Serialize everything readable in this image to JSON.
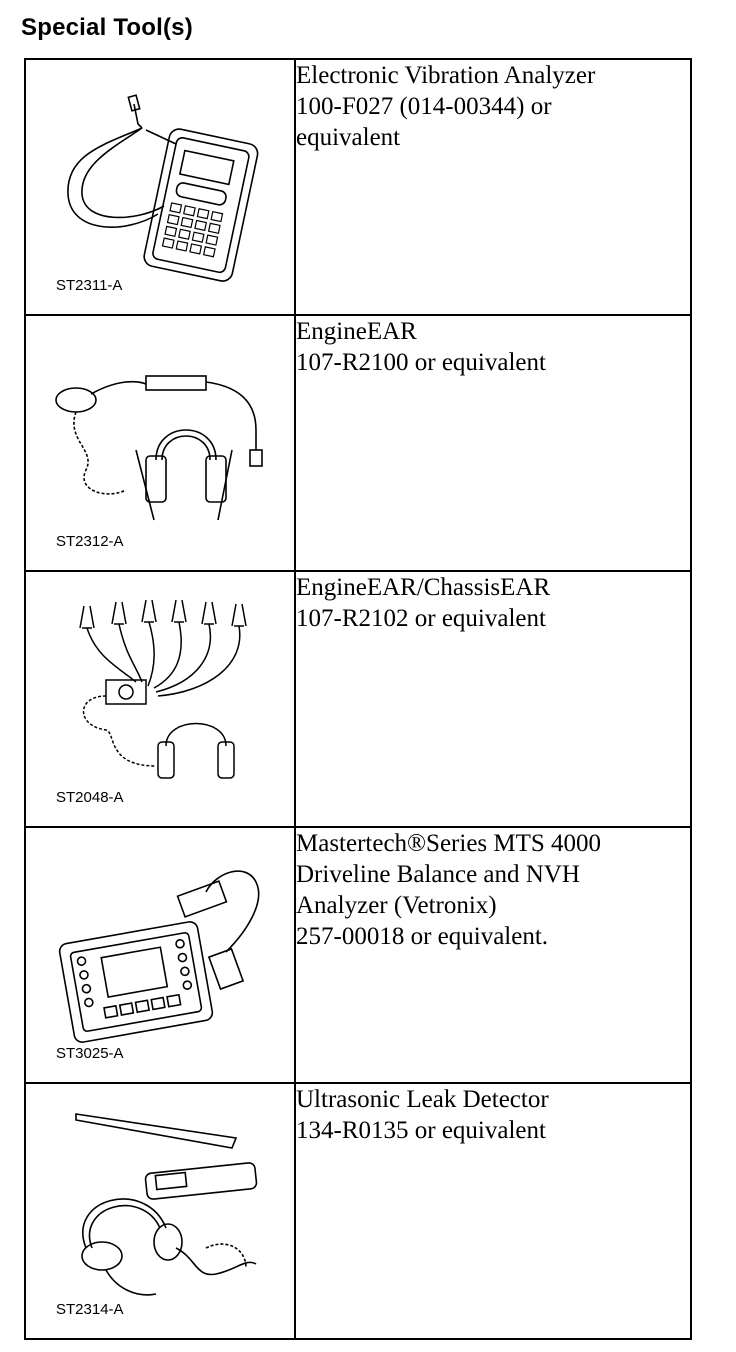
{
  "heading": "Special Tool(s)",
  "tools": [
    {
      "code": "ST2311-A",
      "lines": [
        "Electronic Vibration Analyzer",
        "100-F027 (014-00344) or",
        "equivalent"
      ],
      "icon": "vibration-analyzer-icon"
    },
    {
      "code": "ST2312-A",
      "lines": [
        "EngineEAR",
        "107-R2100 or equivalent"
      ],
      "icon": "engine-ear-headphones-icon"
    },
    {
      "code": "ST2048-A",
      "lines": [
        "EngineEAR/ChassisEAR",
        "107-R2102 or equivalent"
      ],
      "icon": "chassis-ear-clamps-icon"
    },
    {
      "code": "ST3025-A",
      "lines": [
        "Mastertech®Series MTS 4000",
        "Driveline Balance and NVH",
        "Analyzer (Vetronix)",
        "257-00018 or equivalent."
      ],
      "icon": "mts-4000-analyzer-icon"
    },
    {
      "code": "ST2314-A",
      "lines": [
        "Ultrasonic Leak Detector",
        "134-R0135 or equivalent"
      ],
      "icon": "ultrasonic-leak-detector-icon"
    }
  ]
}
